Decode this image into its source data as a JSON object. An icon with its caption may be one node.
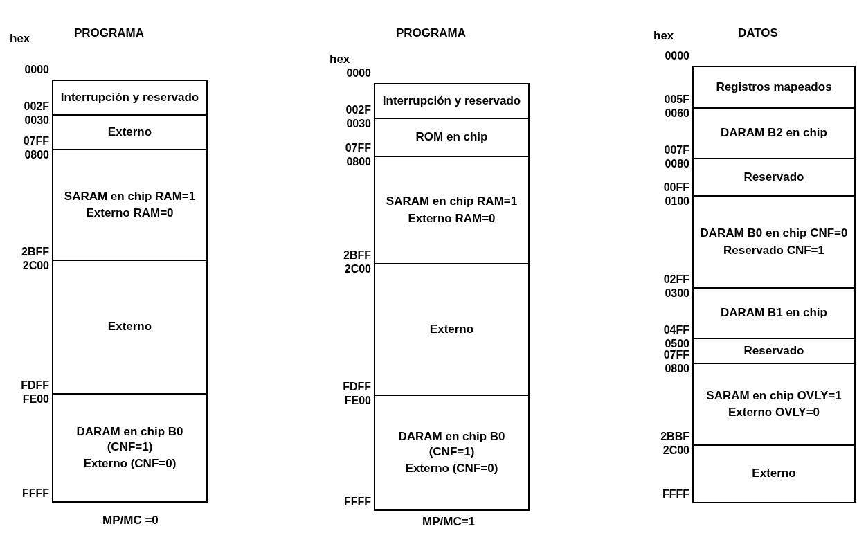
{
  "diagram": {
    "nodes": [
      {
        "text": [
          "Interrupción y reservado"
        ],
        "beside": [
          "0000",
          "002F"
        ]
      },
      {
        "text": [
          "Externo"
        ],
        "beside": [
          "0030",
          "07FF"
        ]
      },
      {
        "text": [
          "SARAM en chip RAM=1",
          "Externo RAM=0"
        ],
        "beside": [
          "0800",
          "2BFF"
        ]
      },
      {
        "text": [
          "Externo"
        ],
        "beside": [
          "2C00",
          "FDFF"
        ]
      },
      {
        "text": [
          "DARAM en chip B0 (CNF=1)",
          "Externo (CNF=0)"
        ],
        "beside": [
          "FE00",
          "FFFF"
        ]
      },
      {
        "text": [
          "Interrupción y reservado"
        ],
        "beside": [
          "0000",
          "002F"
        ]
      },
      {
        "text": [
          "ROM en chip"
        ],
        "beside": [
          "0030",
          "07FF"
        ]
      },
      {
        "text": [
          "SARAM en chip RAM=1",
          "Externo RAM=0"
        ],
        "beside": [
          "0800",
          "2BFF"
        ]
      },
      {
        "text": [
          "Externo"
        ],
        "beside": [
          "2C00",
          "FDFF"
        ]
      },
      {
        "text": [
          "DARAM en chip B0 (CNF=1)",
          "Externo (CNF=0)"
        ],
        "beside": [
          "FE00",
          "FFFF"
        ]
      },
      {
        "text": [
          "Registros mapeados"
        ],
        "beside": [
          "0000",
          "005F"
        ]
      },
      {
        "text": [
          "DARAM B2 en chip"
        ],
        "beside": [
          "0060",
          "007F"
        ]
      },
      {
        "text": [
          "Reservado"
        ],
        "beside": [
          "0080",
          "00FF"
        ]
      },
      {
        "text": [
          "DARAM B0 en chip CNF=0",
          "Reservado CNF=1"
        ],
        "beside": [
          "0100",
          "02FF"
        ]
      },
      {
        "text": [
          "DARAM B1 en chip"
        ],
        "beside": [
          "0300",
          "04FF"
        ]
      },
      {
        "text": [
          "Reservado"
        ],
        "beside": [
          "0500",
          "07FF"
        ]
      },
      {
        "text": [
          "SARAM en chip OVLY=1",
          "Externo OVLY=0"
        ],
        "beside": [
          "0800",
          "2BBF"
        ]
      },
      {
        "text": [
          "Externo"
        ],
        "beside": [
          "2C00",
          "FFFF"
        ]
      }
    ],
    "labels": [
      "PROGRAMA",
      "PROGRAMA",
      "DATOS",
      "hex",
      "hex",
      "hex",
      "MP/MC =0",
      "MP/MC=1"
    ]
  }
}
